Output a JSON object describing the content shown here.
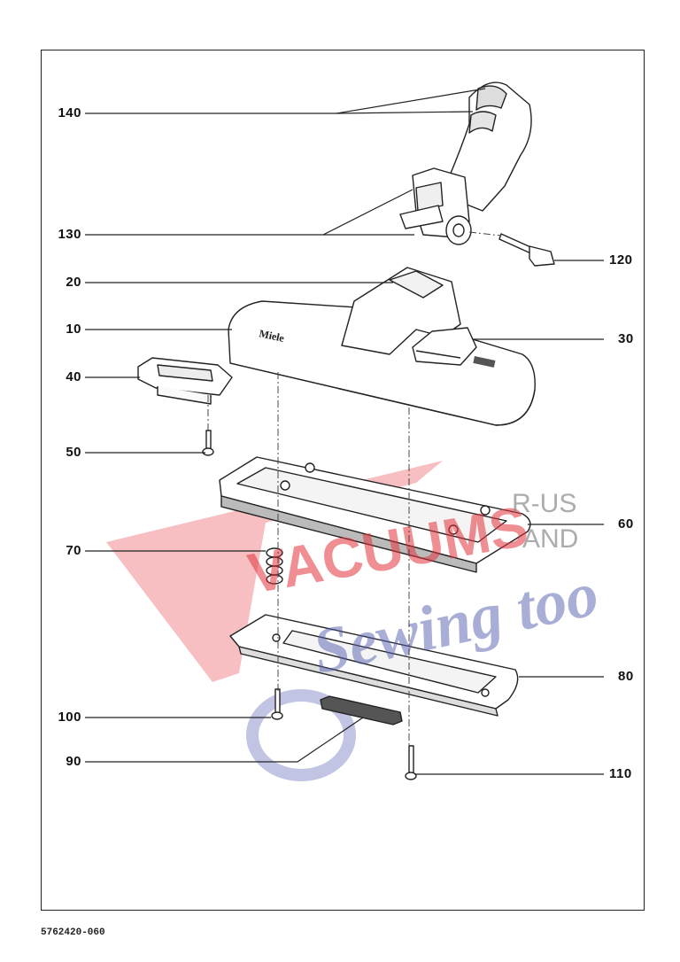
{
  "callouts": {
    "c140": "140",
    "c130": "130",
    "c120": "120",
    "c20": "20",
    "c10": "10",
    "c30": "30",
    "c40": "40",
    "c50": "50",
    "c60": "60",
    "c70": "70",
    "c80": "80",
    "c100": "100",
    "c90": "90",
    "c110": "110"
  },
  "brand_on_part": "Miele",
  "watermark": {
    "line1": "VACUUMS",
    "r_us": "R-US",
    "and": "AND",
    "line2": "Sewing too"
  },
  "document_number": "5762420-060",
  "colors": {
    "line": "#222222",
    "watermark_red": "#e3343c",
    "watermark_gray": "#8a8a8a",
    "watermark_blue": "#5560b0"
  }
}
